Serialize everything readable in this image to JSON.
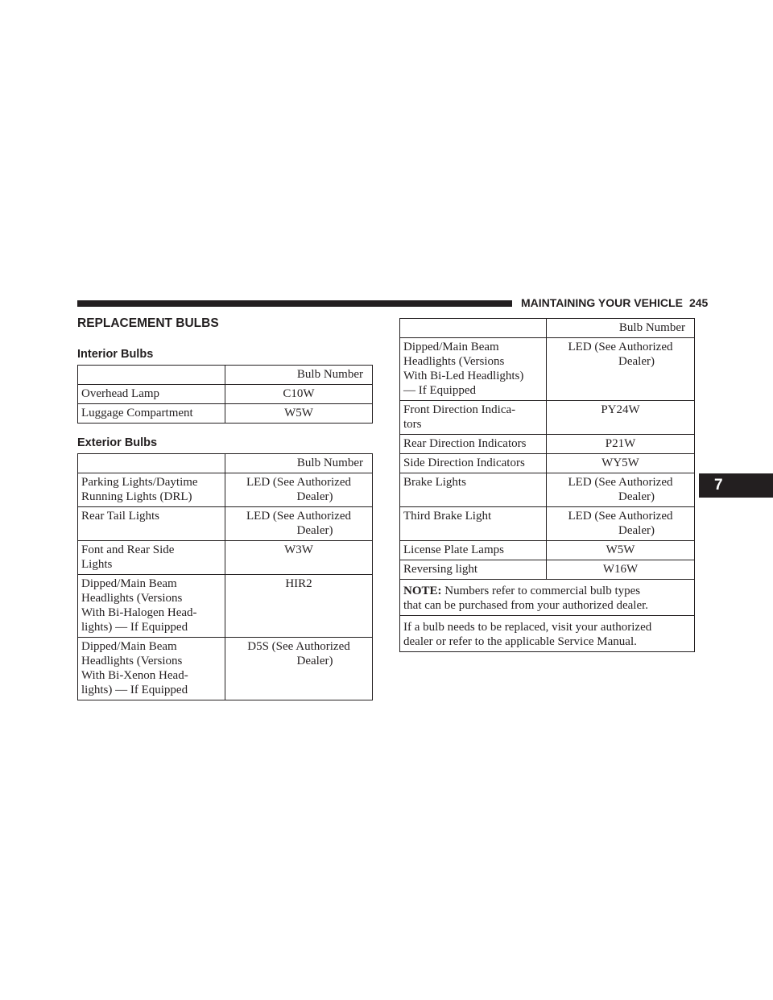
{
  "header": {
    "section": "MAINTAINING YOUR VEHICLE",
    "page_number": "245",
    "chapter_tab": "7"
  },
  "title": "REPLACEMENT BULBS",
  "interior": {
    "heading": "Interior Bulbs",
    "column_header": "Bulb Number",
    "rows": [
      {
        "name": "Overhead Lamp",
        "value": "C10W"
      },
      {
        "name": "Luggage Compartment",
        "value": "W5W"
      }
    ]
  },
  "exterior": {
    "heading": "Exterior Bulbs",
    "column_header": "Bulb Number",
    "rows": [
      {
        "name_lines": [
          "Parking Lights/Daytime",
          "Running Lights (DRL)"
        ],
        "value_lines": [
          "LED (See Authorized",
          "Dealer)"
        ]
      },
      {
        "name_lines": [
          "Rear Tail Lights"
        ],
        "value_lines": [
          "LED (See Authorized",
          "Dealer)"
        ]
      },
      {
        "name_lines": [
          "Font and Rear Side",
          "Lights"
        ],
        "value_lines": [
          "W3W"
        ]
      },
      {
        "name_lines": [
          "Dipped/Main Beam",
          "Headlights (Versions",
          "With Bi-Halogen Head-",
          "lights) — If Equipped"
        ],
        "value_lines": [
          "HIR2"
        ]
      },
      {
        "name_lines": [
          "Dipped/Main Beam",
          "Headlights (Versions",
          "With Bi-Xenon Head-",
          "lights) — If Equipped"
        ],
        "value_lines": [
          "D5S (See Authorized",
          "Dealer)"
        ]
      }
    ]
  },
  "exterior_cont": {
    "column_header": "Bulb Number",
    "rows": [
      {
        "name_lines": [
          "Dipped/Main Beam",
          "Headlights (Versions",
          "With Bi-Led Headlights)",
          "— If Equipped"
        ],
        "value_lines": [
          "LED (See Authorized",
          "Dealer)"
        ]
      },
      {
        "name_lines": [
          "Front Direction Indica-",
          "tors"
        ],
        "value_lines": [
          "PY24W"
        ]
      },
      {
        "name_lines": [
          "Rear Direction Indicators"
        ],
        "value_lines": [
          "P21W"
        ]
      },
      {
        "name_lines": [
          "Side Direction Indicators"
        ],
        "value_lines": [
          "WY5W"
        ]
      },
      {
        "name_lines": [
          "Brake Lights"
        ],
        "value_lines": [
          "LED (See Authorized",
          "Dealer)"
        ]
      },
      {
        "name_lines": [
          "Third Brake Light"
        ],
        "value_lines": [
          "LED (See Authorized",
          "Dealer)"
        ]
      },
      {
        "name_lines": [
          "License Plate Lamps"
        ],
        "value_lines": [
          "W5W"
        ]
      },
      {
        "name_lines": [
          "Reversing light"
        ],
        "value_lines": [
          "W16W"
        ]
      }
    ],
    "note_label": "NOTE:",
    "note_lines": [
      " Numbers refer to commercial bulb types",
      "that can be purchased from your authorized dealer."
    ],
    "advice_lines": [
      "If a bulb needs to be replaced, visit your authorized",
      "dealer or refer to the applicable Service Manual."
    ]
  }
}
